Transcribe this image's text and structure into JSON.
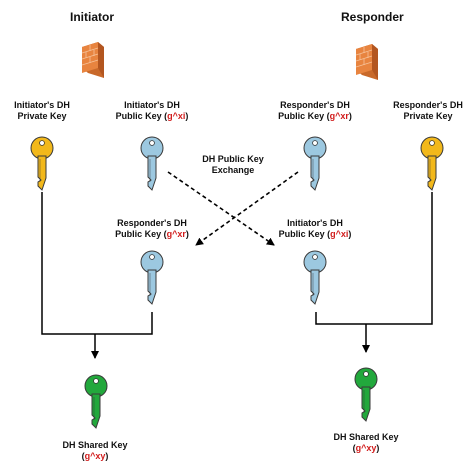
{
  "initiator": {
    "title": "Initiator",
    "private_key_line1": "Initiator's DH",
    "private_key_line2": "Private Key",
    "public_key_line1": "Initiator's DH",
    "public_key_prefix": "Public Key (",
    "public_key_expr": "g^xi",
    "public_key_suffix": ")",
    "received_line1": "Responder's DH",
    "received_prefix": "Public Key (",
    "received_expr": "g^xr",
    "received_suffix": ")",
    "shared_line1": "DH Shared Key",
    "shared_open": "(",
    "shared_expr": "g^xy",
    "shared_close": ")"
  },
  "responder": {
    "title": "Responder",
    "public_key_line1": "Responder's DH",
    "public_key_prefix": "Public Key (",
    "public_key_expr": "g^xr",
    "public_key_suffix": ")",
    "private_key_line1": "Responder's DH",
    "private_key_line2": "Private Key",
    "received_line1": "Initiator's DH",
    "received_prefix": "Public Key (",
    "received_expr": "g^xi",
    "received_suffix": ")",
    "shared_line1": "DH Shared Key",
    "shared_open": "(",
    "shared_expr": "g^xy",
    "shared_close": ")"
  },
  "exchange": {
    "line1": "DH Public Key",
    "line2": "Exchange"
  },
  "colors": {
    "private_key": "#f2b81b",
    "public_key": "#9cc8e0",
    "shared_key": "#22a83c",
    "firewall": "#e8843f",
    "highlight_text": "#d11b1b"
  }
}
